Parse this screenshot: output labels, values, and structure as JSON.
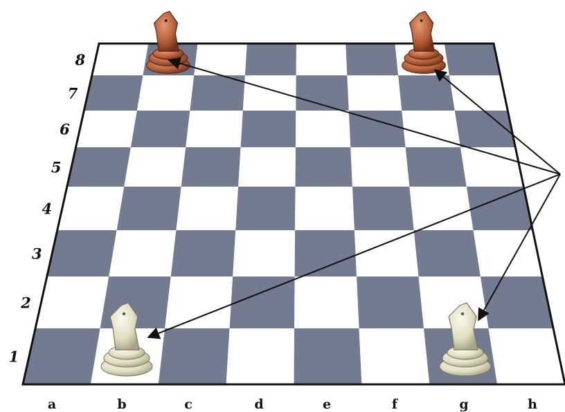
{
  "board": {
    "files": [
      "a",
      "b",
      "c",
      "d",
      "e",
      "f",
      "g",
      "h"
    ],
    "ranks": [
      "1",
      "2",
      "3",
      "4",
      "5",
      "6",
      "7",
      "8"
    ],
    "colors": {
      "dark_square": "#727b8f",
      "light_square": "#ffffff",
      "outline": "#111111"
    }
  },
  "pieces": [
    {
      "id": "white-knight-b1",
      "piece": "knight",
      "side": "white",
      "square": "b1",
      "color": "#e9e5cf"
    },
    {
      "id": "white-knight-g1",
      "piece": "knight",
      "side": "white",
      "square": "g1",
      "color": "#e9e5cf"
    },
    {
      "id": "black-knight-b8",
      "piece": "knight",
      "side": "black",
      "square": "b8",
      "color": "#b8603a"
    },
    {
      "id": "black-knight-g8",
      "piece": "knight",
      "side": "black",
      "square": "g8",
      "color": "#b8603a"
    }
  ],
  "arrows": {
    "origin": "off-board-right",
    "color": "#111111",
    "targets": [
      "b8",
      "g8",
      "b1",
      "g1"
    ]
  }
}
